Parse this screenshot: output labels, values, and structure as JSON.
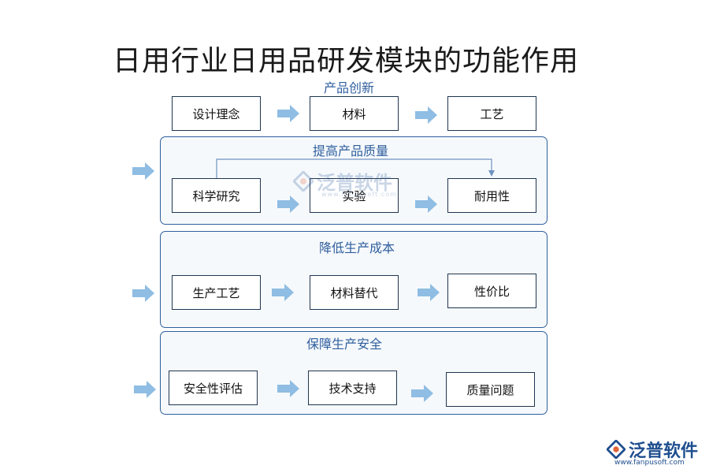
{
  "title": "日用行业日用品研发模块的功能作用",
  "sections": [
    {
      "title": "产品创新",
      "nodes": [
        "设计理念",
        "材料",
        "工艺"
      ]
    },
    {
      "title": "提高产品质量",
      "nodes": [
        "科学研究",
        "实验",
        "耐用性"
      ]
    },
    {
      "title": "降低生产成本",
      "nodes": [
        "生产工艺",
        "材料替代",
        "性价比"
      ]
    },
    {
      "title": "保障生产安全",
      "nodes": [
        "安全性评估",
        "技术支持",
        "质量问题"
      ]
    }
  ],
  "watermark": {
    "name": "泛普软件",
    "url": "www.fanpusoft.com"
  },
  "logo": {
    "name": "泛普软件",
    "url": "www.fanpusoft.com"
  },
  "colors": {
    "accent": "#2f5f9e",
    "arrow": "#8fbde3",
    "panel_bg": "#f6f9fc",
    "node_border": "#1f3550"
  }
}
